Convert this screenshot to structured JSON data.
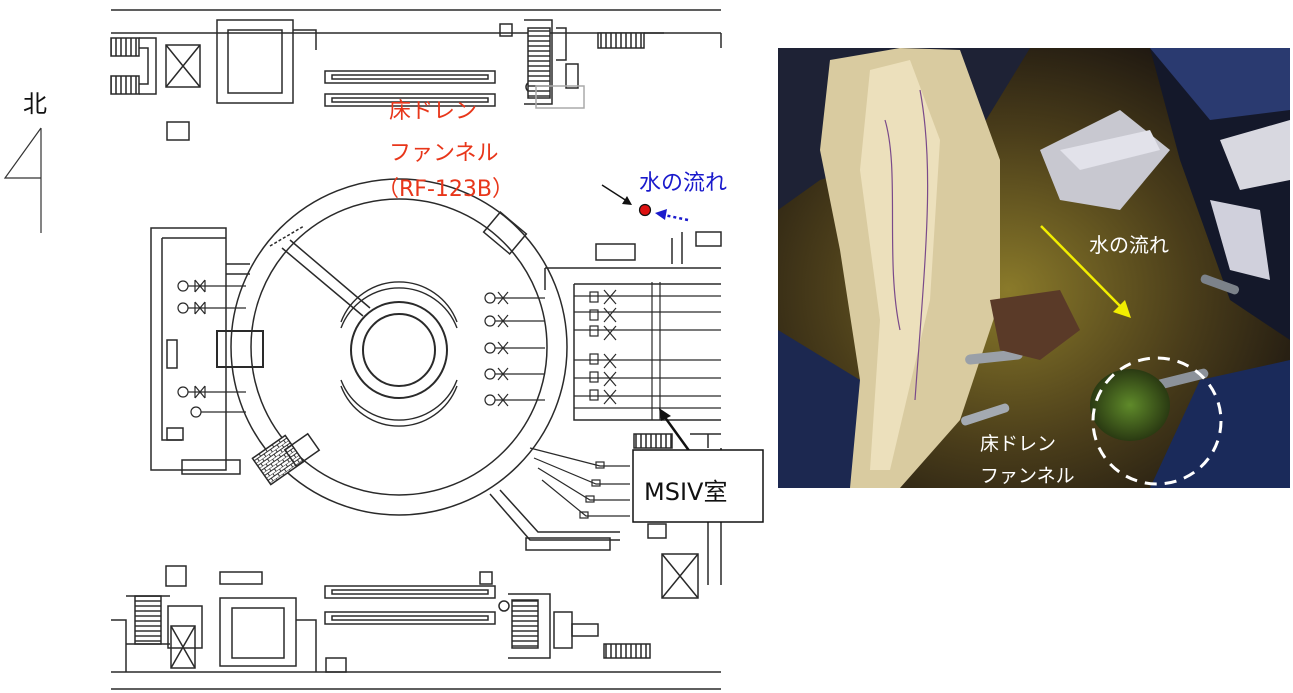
{
  "north": {
    "label": "北"
  },
  "plan": {
    "drain_label": [
      "床ドレン",
      "ファンネル",
      "（RF-123B）"
    ],
    "water_flow": "水の流れ",
    "room_label": "MSIV室",
    "colors": {
      "drain": "#e8361a",
      "flow": "#1a1acc",
      "line": "#2a2a2a",
      "marker": "#dd1111"
    }
  },
  "photo": {
    "water_flow": "水の流れ",
    "drain_label": [
      "床ドレン",
      "ファンネル"
    ],
    "colors": {
      "arrow": "#f2ee00",
      "text": "#ffffff"
    }
  }
}
